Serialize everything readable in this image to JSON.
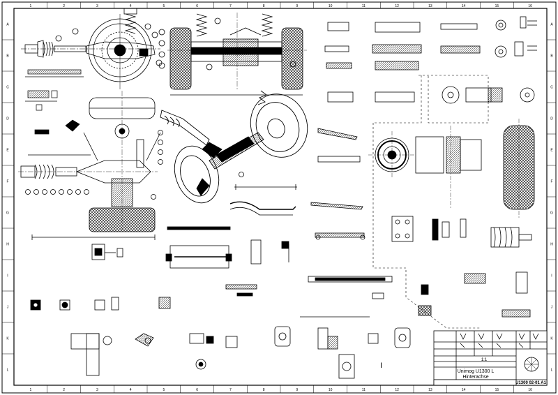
{
  "title_block": {
    "scale": "1:1",
    "title_line1": "Unimog U1300 L",
    "title_line2": "Hinterachse",
    "drawing_number": "U1300 02-01 A1"
  },
  "frame": {
    "column_numbers": [
      "1",
      "2",
      "3",
      "4",
      "5",
      "6",
      "7",
      "8",
      "9",
      "10",
      "11",
      "12",
      "13",
      "14",
      "15",
      "16"
    ],
    "row_letters": [
      "A",
      "B",
      "C",
      "D",
      "E",
      "F",
      "G",
      "H",
      "I",
      "J",
      "K",
      "L"
    ]
  },
  "notes": {
    "small_i": "I"
  }
}
